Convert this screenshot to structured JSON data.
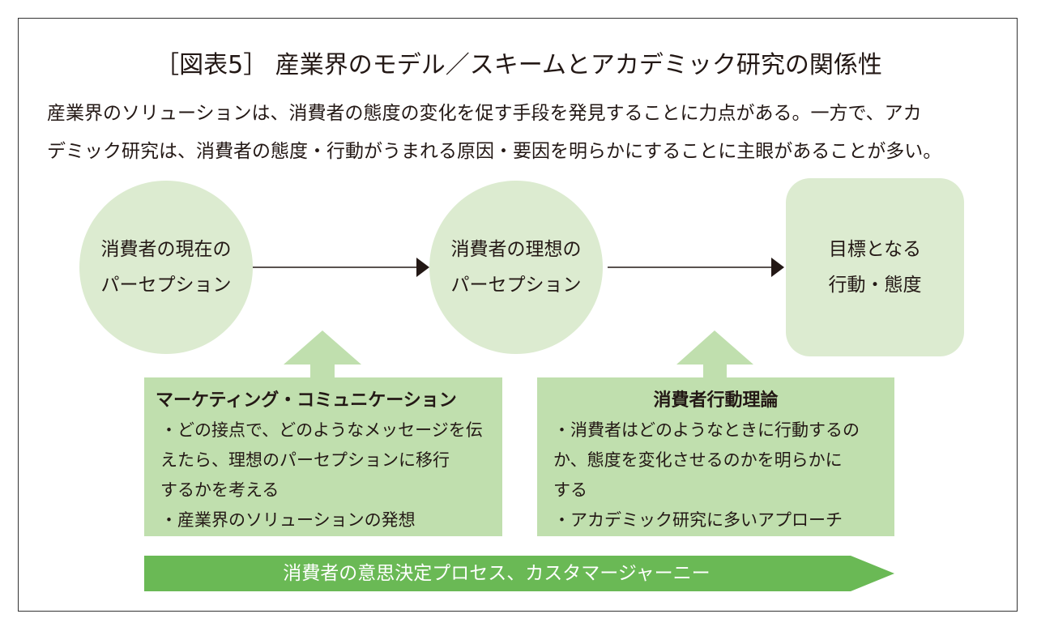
{
  "title": "［図表5］ 産業界のモデル／スキームとアカデミック研究の関係性",
  "description": [
    "産業界のソリューションは、消費者の態度の変化を促す手段を発見することに力点がある。一方で、アカ",
    "デミック研究は、消費者の態度・行動がうまれる原因・要因を明らかにすることに主眼があることが多い。"
  ],
  "nodes": {
    "current": [
      "消費者の現在の",
      "パーセプション"
    ],
    "ideal": [
      "消費者の理想の",
      "パーセプション"
    ],
    "goal": [
      "目標となる",
      "行動・態度"
    ]
  },
  "boxes": {
    "marketing": {
      "heading": "マーケティング・コミュニケーション",
      "items": [
        "・どの接点で、どのようなメッセージを伝\n えたら、理想のパーセプションに移行\n するかを考える",
        "・産業界のソリューションの発想"
      ]
    },
    "theory": {
      "heading": "消費者行動理論",
      "items": [
        "・消費者はどのようなときに行動するの\n か、態度を変化させるのかを明らかに\n する",
        "・アカデミック研究に多いアプローチ"
      ]
    }
  },
  "bottom_arrow": "消費者の意思決定プロセス、カスタマージャーニー",
  "colors": {
    "light": "#dcebd0",
    "box": "#c0dfae",
    "dark": "#6ab955",
    "arrow": "#231815"
  }
}
